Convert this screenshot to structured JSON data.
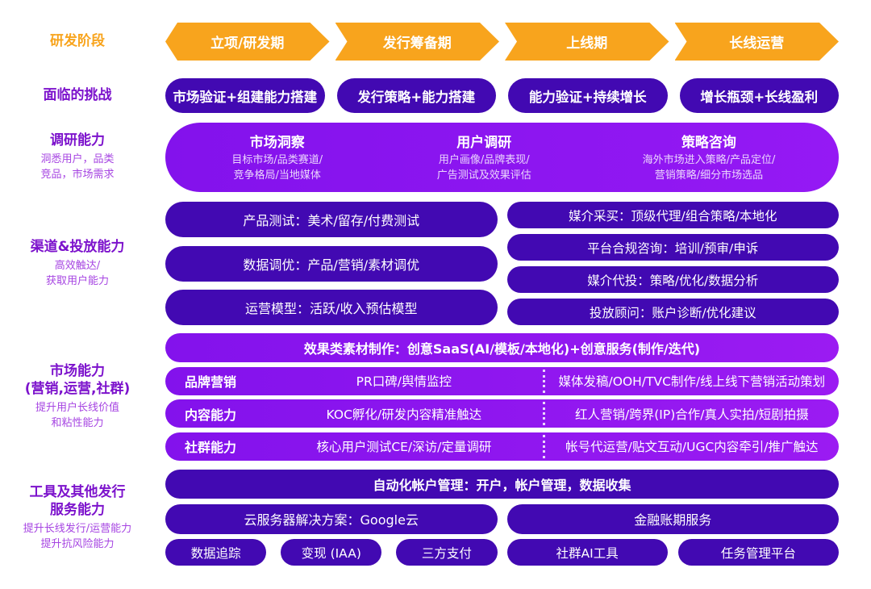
{
  "palette": {
    "orange": "#F8A41D",
    "dark_purple": "#4209B2",
    "bright_purple": "#8B16F0",
    "label_purple": "#7C12CC",
    "sub_label_purple": "#A644E2",
    "text_white": "#FFFFFF"
  },
  "stages": {
    "label": "研发阶段",
    "items": [
      "立项/研发期",
      "发行筹备期",
      "上线期",
      "长线运营"
    ]
  },
  "challenges": {
    "label": "面临的挑战",
    "items": [
      "市场验证+组建能力搭建",
      "发行策略+能力搭建",
      "能力验证+持续增长",
      "增长瓶颈+长线盈利"
    ]
  },
  "research": {
    "label": "调研能力",
    "sublabel": "洞悉用户，品类\n竞品，市场需求",
    "columns": [
      {
        "title": "市场洞察",
        "line1": "目标市场/品类赛道/",
        "line2": "竞争格局/当地媒体"
      },
      {
        "title": "用户调研",
        "line1": "用户画像/品牌表现/",
        "line2": "广告测试及效果评估"
      },
      {
        "title": "策略咨询",
        "line1": "海外市场进入策略/产品定位/",
        "line2": "营销策略/细分市场选品"
      }
    ]
  },
  "channel": {
    "label": "渠道&投放能力",
    "sublabel": "高效触达/\n获取用户能力",
    "left_items": [
      "产品测试：美术/留存/付费测试",
      "数据调优：产品/营销/素材调优",
      "运营模型：活跃/收入预估模型"
    ],
    "right_items": [
      "媒介采买：顶级代理/组合策略/本地化",
      "平台合规咨询：培训/预审/申诉",
      "媒介代投：策略/优化/数据分析",
      "投放顾问：账户诊断/优化建议"
    ]
  },
  "market": {
    "label": "市场能力\n(营销,运营,社群)",
    "sublabel": "提升用户长线价值\n和粘性能力",
    "banner": "效果类素材制作：创意SaaS(AI/模板/本地化)+创意服务(制作/迭代)",
    "rows": [
      {
        "category": "品牌营销",
        "left": "PR口碑/舆情监控",
        "right": "媒体发稿/OOH/TVC制作/线上线下营销活动策划"
      },
      {
        "category": "内容能力",
        "left": "KOC孵化/研发内容精准触达",
        "right": "红人营销/跨界(IP)合作/真人实拍/短剧拍摄"
      },
      {
        "category": "社群能力",
        "left": "核心用户测试CE/深访/定量调研",
        "right": "帐号代运营/贴文互动/UGC内容牵引/推广触达"
      }
    ]
  },
  "tools": {
    "label": "工具及其他发行\n服务能力",
    "sublabel": "提升长线发行/运营能力\n提升抗风险能力",
    "banner": "自动化帐户管理：开户，帐户管理，数据收集",
    "mid_items": [
      "云服务器解决方案：Google云",
      "金融账期服务"
    ],
    "bottom_left_items": [
      "数据追踪",
      "变现 (IAA)",
      "三方支付"
    ],
    "bottom_right_items": [
      "社群AI工具",
      "任务管理平台"
    ]
  }
}
